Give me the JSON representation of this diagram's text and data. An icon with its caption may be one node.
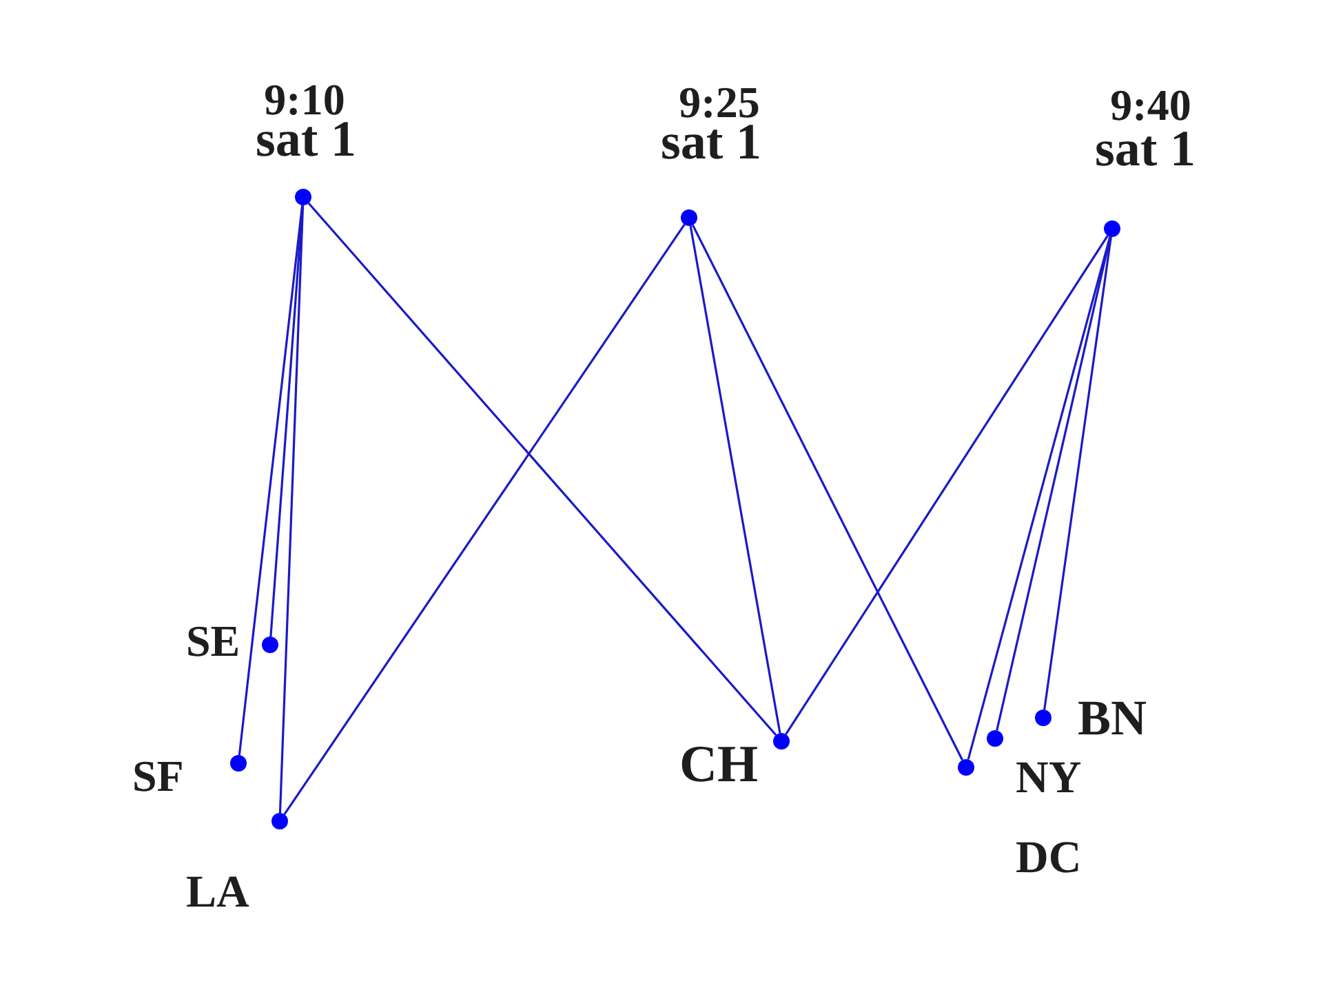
{
  "diagram": {
    "nodes": [
      {
        "text": [],
        "shape": "circle",
        "beside": [
          "9:10",
          "sat 1"
        ]
      },
      {
        "text": [],
        "shape": "circle",
        "beside": [
          "9:25",
          "sat 1"
        ]
      },
      {
        "text": [],
        "shape": "circle",
        "beside": [
          "9:40",
          "sat 1"
        ]
      },
      {
        "text": [],
        "shape": "circle",
        "beside": [
          "SE"
        ]
      },
      {
        "text": [],
        "shape": "circle",
        "beside": [
          "SF"
        ]
      },
      {
        "text": [],
        "shape": "circle",
        "beside": [
          "LA"
        ]
      },
      {
        "text": [],
        "shape": "circle",
        "beside": [
          "CH"
        ]
      },
      {
        "text": [],
        "shape": "circle",
        "beside": [
          "BN"
        ]
      },
      {
        "text": [],
        "shape": "circle",
        "beside": [
          "NY"
        ]
      },
      {
        "text": [],
        "shape": "circle",
        "beside": [
          "DC"
        ]
      }
    ],
    "edges": [
      {
        "from": 0,
        "to": 3,
        "arrow": "none"
      },
      {
        "from": 0,
        "to": 4,
        "arrow": "none"
      },
      {
        "from": 0,
        "to": 5,
        "arrow": "none"
      },
      {
        "from": 0,
        "to": 6,
        "arrow": "none"
      },
      {
        "from": 1,
        "to": 5,
        "arrow": "none"
      },
      {
        "from": 1,
        "to": 6,
        "arrow": "none"
      },
      {
        "from": 1,
        "to": 9,
        "arrow": "none"
      },
      {
        "from": 2,
        "to": 6,
        "arrow": "none"
      },
      {
        "from": 2,
        "to": 9,
        "arrow": "none"
      },
      {
        "from": 2,
        "to": 8,
        "arrow": "none"
      },
      {
        "from": 2,
        "to": 7,
        "arrow": "none"
      }
    ]
  }
}
